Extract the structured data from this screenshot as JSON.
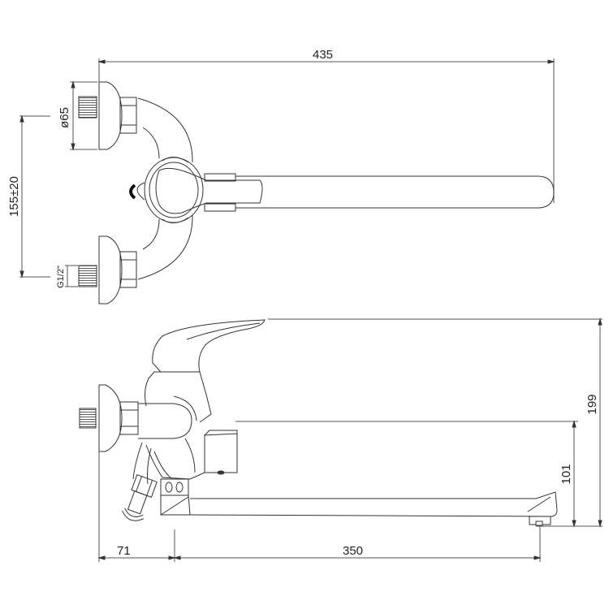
{
  "drawing": {
    "title": "Wall-mounted bath mixer technical drawing",
    "views": [
      {
        "name": "top-view"
      },
      {
        "name": "side-view"
      }
    ]
  },
  "dimensions": {
    "overall_length": "435",
    "flange_diameter": "ø65",
    "inlet_spacing": "155±20",
    "thread": "G1/2\"",
    "total_height": "199",
    "spout_height": "101",
    "wall_offset": "71",
    "spout_length": "350"
  },
  "colors": {
    "line": "#333333",
    "dim_line": "#555555",
    "thread_fill": "#444444",
    "background": "#ffffff"
  }
}
